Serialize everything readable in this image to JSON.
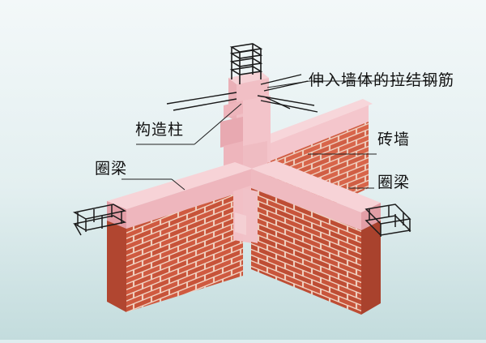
{
  "labels": {
    "tie_bars": "伸入墙体的拉结钢筋",
    "constructional_column": "构造柱",
    "brick_wall": "砖墙",
    "ring_beam_left": "圈梁",
    "ring_beam_right": "圈梁"
  },
  "colors": {
    "background_top": "#f1f7f8",
    "background_bottom": "#c6dedf",
    "brick_face": "#cf5a40",
    "brick_face_dark": "#b94a32",
    "mortar": "#f4d6c8",
    "concrete_top": "#f6cfd3",
    "concrete_side": "#eeb1b8",
    "concrete_shade": "#e29ea6",
    "rebar": "#1a1a1a",
    "leader_line": "#222222"
  }
}
